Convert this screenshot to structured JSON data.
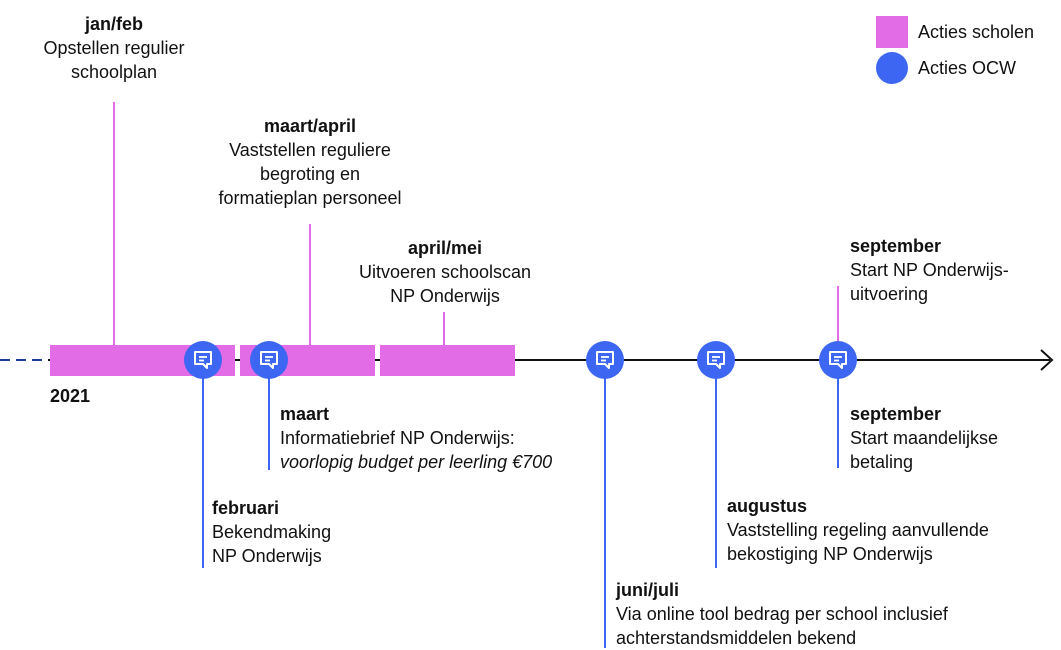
{
  "colors": {
    "schools": "#e26be6",
    "ocw": "#3d67f2",
    "axis": "#111111",
    "dash": "#1f3c93"
  },
  "legend": {
    "schools": "Acties scholen",
    "ocw": "Acties OCW"
  },
  "year": "2021",
  "school_actions": [
    {
      "period": "jan/feb",
      "lines": [
        "Opstellen regulier",
        "schoolplan"
      ]
    },
    {
      "period": "maart/april",
      "lines": [
        "Vaststellen reguliere",
        "begroting en",
        "formatieplan personeel"
      ]
    },
    {
      "period": "april/mei",
      "lines": [
        "Uitvoeren schoolscan",
        "NP Onderwijs"
      ]
    },
    {
      "period": "september",
      "lines": [
        "Start NP Onderwijs-",
        "uitvoering"
      ]
    }
  ],
  "ocw_actions": [
    {
      "period": "februari",
      "lines": [
        "Bekendmaking",
        "NP Onderwijs"
      ]
    },
    {
      "period": "maart",
      "lines": [
        "Informatiebrief NP Onderwijs:"
      ],
      "italic_line": "voorlopig budget per leerling €700"
    },
    {
      "period": "juni/juli",
      "lines": [
        "Via online tool bedrag per school inclusief",
        "achterstandsmiddelen bekend"
      ]
    },
    {
      "period": "augustus",
      "lines": [
        "Vaststelling regeling aanvullende",
        "bekostiging NP Onderwijs"
      ]
    },
    {
      "period": "september",
      "lines": [
        "Start maandelijkse",
        "betaling"
      ]
    }
  ]
}
